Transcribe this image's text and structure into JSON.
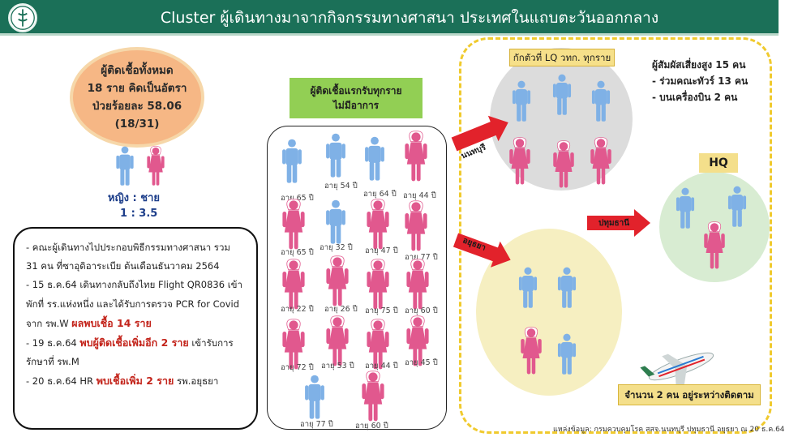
{
  "header": {
    "title": "Cluster ผู้เดินทางมาจากกิจกรรมทางศาสนา ประเทศในแถบตะวันออกกลาง",
    "bg": "#1b7058"
  },
  "summary": {
    "line1": "ผู้ติดเชื้อทั้งหมด",
    "line2": "18 ราย คิดเป็นอัตรา",
    "line3": "ป่วยร้อยละ 58.06",
    "line4": "(18/31)"
  },
  "ratio": {
    "label": "หญิง  :  ชาย",
    "value": "1     : 3.5"
  },
  "timeline": {
    "items": [
      {
        "text": "- คณะผู้เดินทางไปประกอบพิธีกรรมทางศาสนา รวม 31 คน ที่ซาอุดิอาระเบีย ต้นเดือนธันวาคม 2564"
      },
      {
        "text": "- 15 ธ.ค.64 เดินทางกลับถึงไทย Flight QR0836 เข้าพักที่ รร.แห่งหนึ่ง และได้รับการตรวจ PCR for Covid จาก รพ.W ",
        "highlight": "ผลพบเชื้อ 14 ราย",
        "after": ""
      },
      {
        "text": "- 19 ธ.ค.64 ",
        "highlight": "พบผู้ติดเชื้อเพิ่มอีก 2 ราย",
        "after": " เข้ารับการรักษาที่ รพ.M"
      },
      {
        "text": "- 20 ธ.ค.64  HR ",
        "highlight": "พบเชื้อเพิ่ม 2 ราย",
        "after": " รพ.อยุธยา"
      }
    ]
  },
  "symptom": {
    "line1": "ผู้ติดเชื้อแรกรับทุกราย",
    "line2": "ไม่มีอาการ"
  },
  "ages": [
    "อายุ 65 ปี",
    "อายุ 54 ปี",
    "อายุ 64 ปี",
    "อายุ 44 ปี",
    "อายุ 65 ปี",
    "อายุ 32 ปี",
    "อายุ 47 ปี",
    "อายุ 77 ปี",
    "อายุ 22 ปี",
    "อายุ 26 ปี",
    "อายุ 75 ปี",
    "อายุ 60 ปี",
    "อายุ 72 ปี",
    "อายุ 53 ปี",
    "อายุ 44 ปี",
    "อายุ 45 ปี",
    "อายุ 77 ปี",
    "อายุ 60 ปี"
  ],
  "lq": {
    "label": "กักตัวที่ LQ วทก. ทุกราย"
  },
  "exposure": {
    "line1": "ผู้สัมผัสเสี่ยงสูง 15 คน",
    "line2": "- ร่วมคณะทัวร์ 13 คน",
    "line3": "- บนเครื่องบิน 2 คน"
  },
  "hq": {
    "label": "HQ"
  },
  "arrows": {
    "nonthaburi": "นนทบุรี",
    "pathumthani": "ปทุมธานี",
    "ayutthaya": "อยุธยา"
  },
  "transit": {
    "label": "จำนวน 2 คน อยู่ระหว่างติดตาม"
  },
  "source": {
    "label": "แหล่งข้อมูล: กรมควบคุมโรค สสจ.นนทบุรี ปทุมธานี อยุธยา ณ 20 ธ.ค.64"
  },
  "colors": {
    "male": "#7fb1e6",
    "female": "#e1588e",
    "highlight": "#c3241b",
    "dashed": "#f0ca2e"
  }
}
